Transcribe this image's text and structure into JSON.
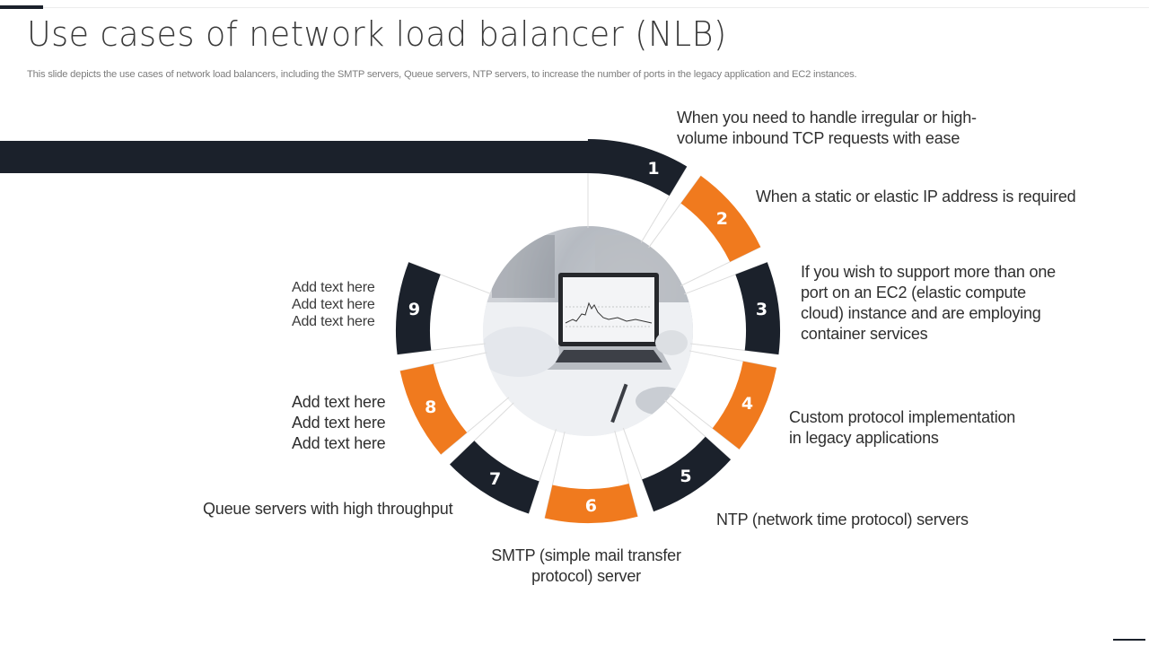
{
  "slide": {
    "title": "Use cases of network load balancer (NLB)",
    "subtitle": "This slide depicts the use cases of network load balancers, including the SMTP servers, Queue servers, NTP servers, to increase the number of ports in the legacy application and EC2 instances."
  },
  "colors": {
    "dark": "#1b212b",
    "orange": "#f07a1e",
    "text": "#2f2f2f",
    "muted": "#7d7d7d"
  },
  "center_image": {
    "description": "laptop showing stock chart on desk",
    "icon": "laptop-photo"
  },
  "segments": [
    {
      "number": "1",
      "color": "dark",
      "label": [
        "When you need to handle irregular or high-",
        "volume inbound TCP requests with ease"
      ]
    },
    {
      "number": "2",
      "color": "orange",
      "label": [
        "When a static or elastic IP address is required"
      ]
    },
    {
      "number": "3",
      "color": "dark",
      "label": [
        "If you wish to support more than  one",
        "port on an EC2 (elastic compute",
        "cloud) instance and are employing",
        "container services"
      ]
    },
    {
      "number": "4",
      "color": "orange",
      "label": [
        "Custom protocol implementation",
        "in legacy applications"
      ]
    },
    {
      "number": "5",
      "color": "dark",
      "label": [
        "NTP (network time protocol) servers"
      ]
    },
    {
      "number": "6",
      "color": "orange",
      "label": [
        "SMTP (simple mail transfer",
        "protocol) server"
      ]
    },
    {
      "number": "7",
      "color": "dark",
      "label": [
        "Queue servers with high throughput"
      ]
    },
    {
      "number": "8",
      "color": "orange",
      "label": [
        "Add text here",
        "Add text here",
        "Add text here"
      ]
    },
    {
      "number": "9",
      "color": "dark",
      "label": [
        "Add text here",
        "Add text here",
        "Add text here"
      ]
    }
  ]
}
